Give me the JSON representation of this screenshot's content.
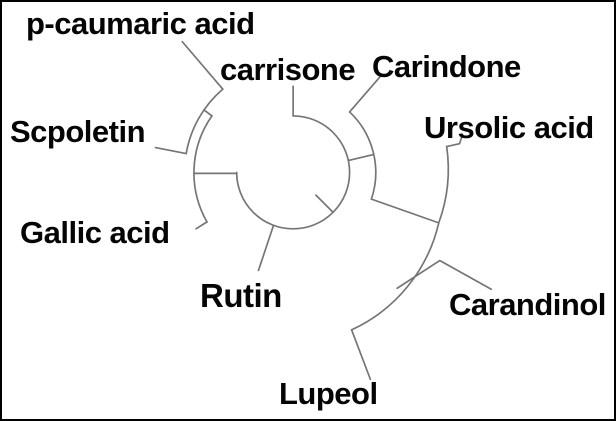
{
  "diagram": {
    "type": "circular-dendrogram",
    "background_color": "#ffffff",
    "border_color": "#000000",
    "line_color": "#757575",
    "text_color": "#050505",
    "compounds": [
      "p-caumaric acid",
      "carrisone",
      "Carindone",
      "Ursolic acid",
      "Scpoletin",
      "Gallic acid",
      "Rutin",
      "Carandinol",
      "Lupeol"
    ],
    "labels": {
      "p_caumaric_acid": "p-caumaric acid",
      "carrisone": "carrisone",
      "carindone": "Carindone",
      "ursolic_acid": "Ursolic acid",
      "scpoletin": "Scpoletin",
      "gallic_acid": "Gallic acid",
      "rutin": "Rutin",
      "carandinol": "Carandinol",
      "lupeol": "Lupeol"
    }
  }
}
